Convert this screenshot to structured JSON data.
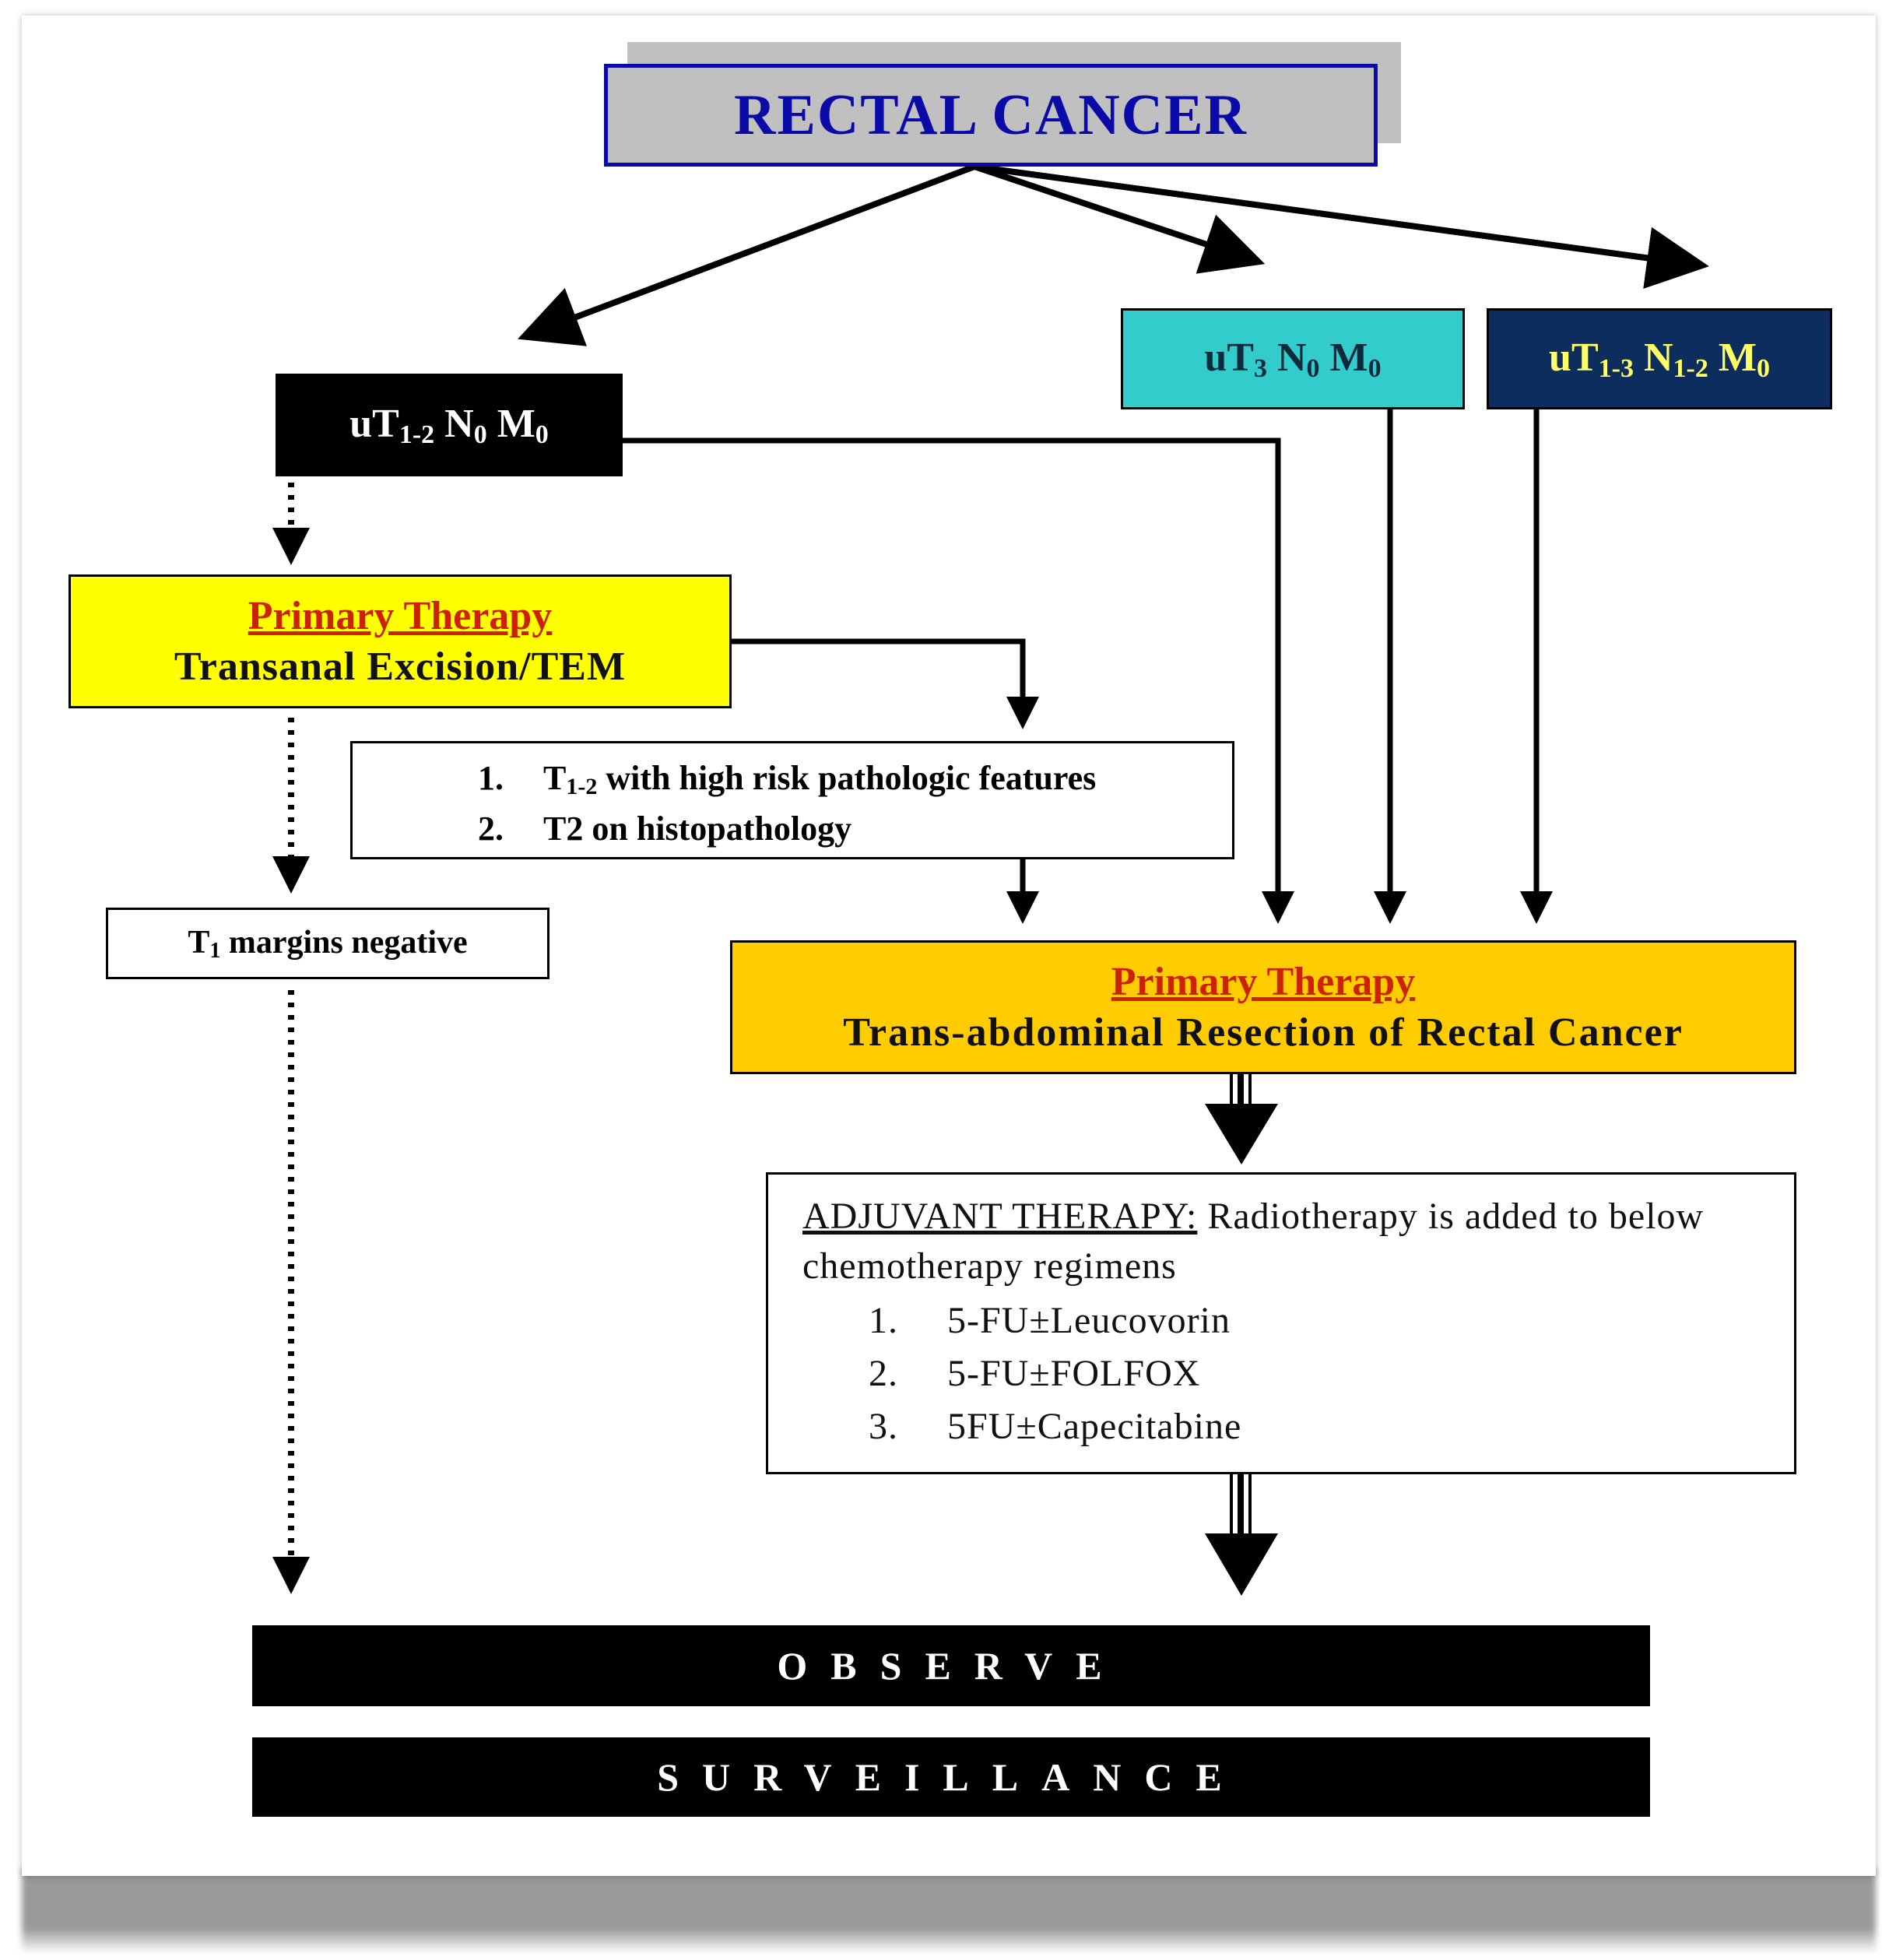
{
  "title": "RECTAL CANCER",
  "stages": [
    {
      "id": "stage-a",
      "base": "uT",
      "t_sub": "1-2",
      "n": "N",
      "n_sub": "0",
      "m": "M",
      "m_sub": "0",
      "color": "#000000",
      "text_color": "#ffffff"
    },
    {
      "id": "stage-b",
      "base": "uT",
      "t_sub": "3",
      "n": "N",
      "n_sub": "0",
      "m": "M",
      "m_sub": "0",
      "color": "#33cccc",
      "text_color": "#0d2b3a"
    },
    {
      "id": "stage-c",
      "base": "uT",
      "t_sub": "1-3",
      "n": "N",
      "n_sub": "1-2",
      "m": "M",
      "m_sub": "0",
      "color": "#0d2d5e",
      "text_color": "#ffff66"
    }
  ],
  "primary_therapy_local": {
    "heading": "Primary Therapy",
    "description": "Transanal Excision/TEM",
    "color": "#ffff00"
  },
  "high_risk_criteria": {
    "items": [
      {
        "prefix": "T",
        "sub": "1-2",
        "text": " with high risk pathologic features"
      },
      {
        "prefix": "",
        "sub": "",
        "text": "T2 on histopathology"
      }
    ]
  },
  "margins_negative": {
    "prefix": "T",
    "sub": "1",
    "text": " margins negative"
  },
  "primary_therapy_abdominal": {
    "heading": "Primary Therapy",
    "description": "Trans-abdominal Resection of Rectal Cancer",
    "color": "#ffcc00"
  },
  "adjuvant_therapy": {
    "label": "ADJUVANT THERAPY:",
    "intro": " Radiotherapy is added to below chemotherapy regimens",
    "regimens": [
      "5-FU±Leucovorin",
      "5-FU±FOLFOX",
      "5FU±Capecitabine"
    ]
  },
  "outcomes": {
    "observe": "OBSERVE",
    "surveillance": "SURVEILLANCE"
  },
  "colors": {
    "title_text": "#0a0aa8",
    "title_fill": "#c0c0c0",
    "heading_red": "#cc2200"
  }
}
